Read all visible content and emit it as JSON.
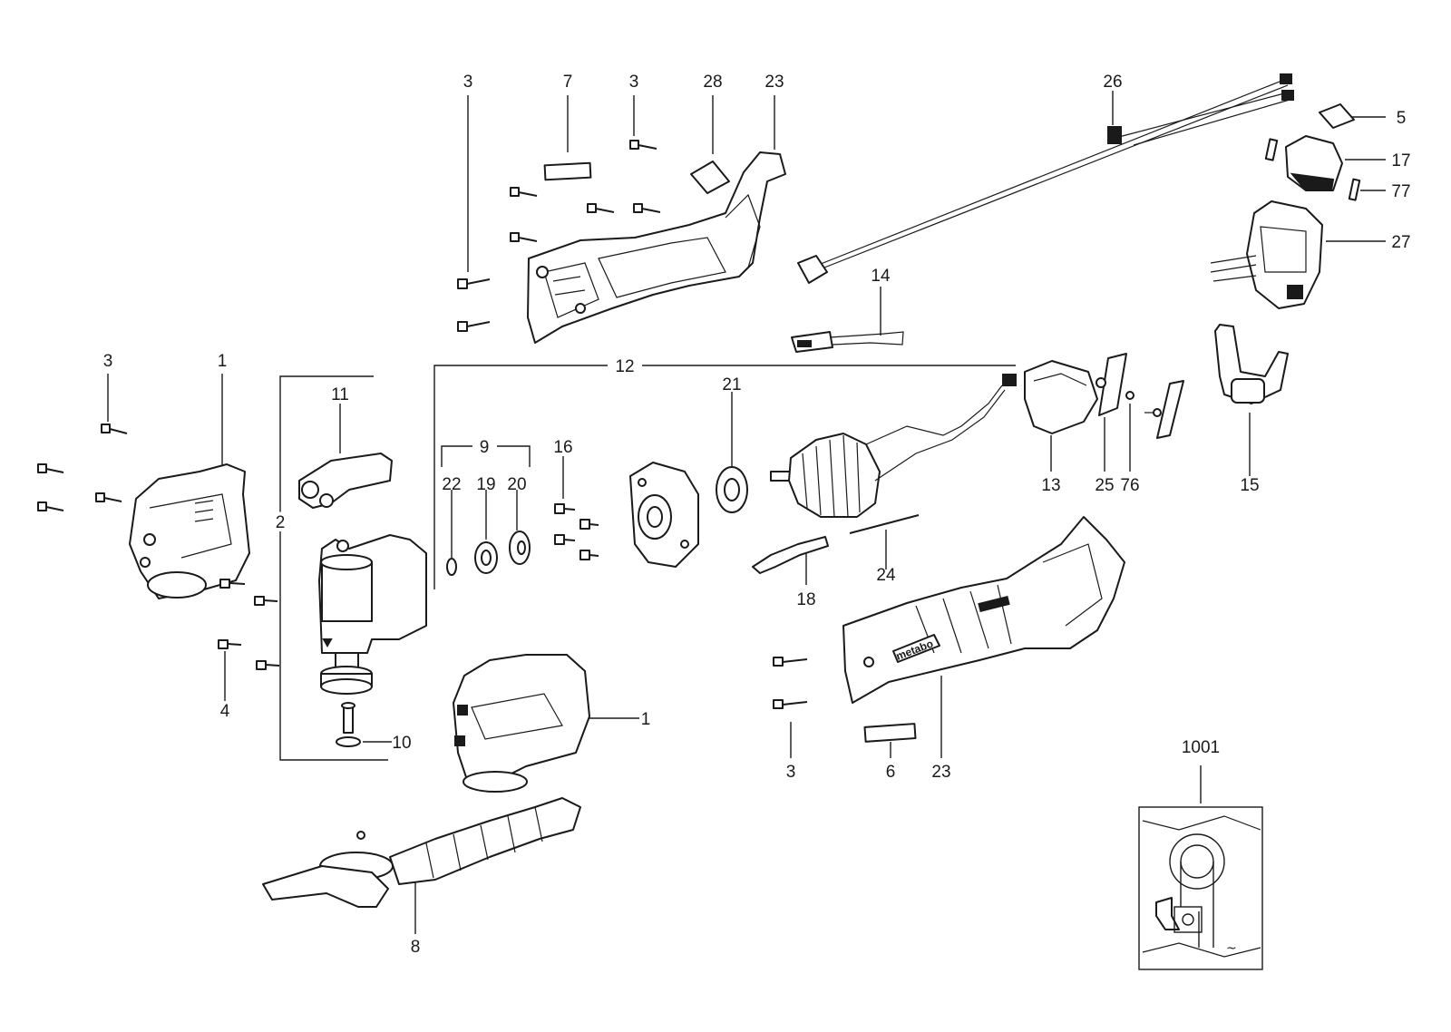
{
  "diagram": {
    "labels": {
      "p1": "1",
      "p1b": "1",
      "p2": "2",
      "p3a": "3",
      "p3b": "3",
      "p3c": "3",
      "p3d": "3",
      "p4": "4",
      "p5": "5",
      "p6": "6",
      "p7": "7",
      "p8": "8",
      "p9": "9",
      "p10": "10",
      "p11": "11",
      "p12": "12",
      "p13": "13",
      "p14": "14",
      "p15": "15",
      "p16": "16",
      "p17": "17",
      "p18": "18",
      "p19": "19",
      "p20": "20",
      "p21": "21",
      "p22": "22",
      "p23a": "23",
      "p23b": "23",
      "p24": "24",
      "p25": "25",
      "p26": "26",
      "p27": "27",
      "p28": "28",
      "p76": "76",
      "p77": "77",
      "p1001": "1001"
    },
    "brand_marking": "metabo"
  }
}
